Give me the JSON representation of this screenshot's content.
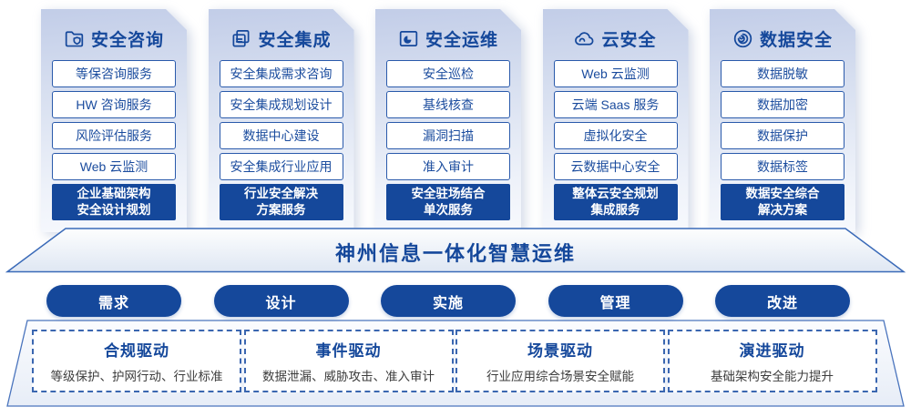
{
  "palette": {
    "primary_blue": "#15489B",
    "item_border_blue": "#2A5AAB",
    "dashed_border_blue": "#3A66B0",
    "card_gradient_top": "#C2CDE8",
    "card_gradient_bottom": "#F7F9FD",
    "desc_gray": "#3D3D3D"
  },
  "columns": [
    {
      "icon": "folder-shield-icon",
      "title": "安全咨询",
      "items": [
        "等保咨询服务",
        "HW 咨询服务",
        "风险评估服务",
        "Web 云监测"
      ],
      "highlight": [
        "企业基础架构",
        "安全设计规划"
      ]
    },
    {
      "icon": "copy-documents-icon",
      "title": "安全集成",
      "items": [
        "安全集成需求咨询",
        "安全集成规划设计",
        "数据中心建设",
        "安全集成行业应用"
      ],
      "highlight": [
        "行业安全解决",
        "方案服务"
      ]
    },
    {
      "icon": "folder-pie-icon",
      "title": "安全运维",
      "items": [
        "安全巡检",
        "基线核查",
        "漏洞扫描",
        "准入审计"
      ],
      "highlight": [
        "安全驻场结合",
        "单次服务"
      ]
    },
    {
      "icon": "cloud-icon",
      "title": "云安全",
      "items": [
        "Web 云监测",
        "云端 Saas 服务",
        "虚拟化安全",
        "云数据中心安全"
      ],
      "highlight": [
        "整体云安全规划",
        "集成服务"
      ]
    },
    {
      "icon": "fingerprint-icon",
      "title": "数据安全",
      "items": [
        "数据脱敏",
        "数据加密",
        "数据保护",
        "数据标签"
      ],
      "highlight": [
        "数据安全综合",
        "解决方案"
      ]
    }
  ],
  "banner": {
    "title": "神州信息一体化智慧运维"
  },
  "process_pills": [
    "需求",
    "设计",
    "实施",
    "管理",
    "改进"
  ],
  "drivers": [
    {
      "title": "合规驱动",
      "desc": "等级保护、护网行动、行业标准"
    },
    {
      "title": "事件驱动",
      "desc": "数据泄漏、威胁攻击、准入审计"
    },
    {
      "title": "场景驱动",
      "desc": "行业应用综合场景安全赋能"
    },
    {
      "title": "演进驱动",
      "desc": "基础架构安全能力提升"
    }
  ]
}
